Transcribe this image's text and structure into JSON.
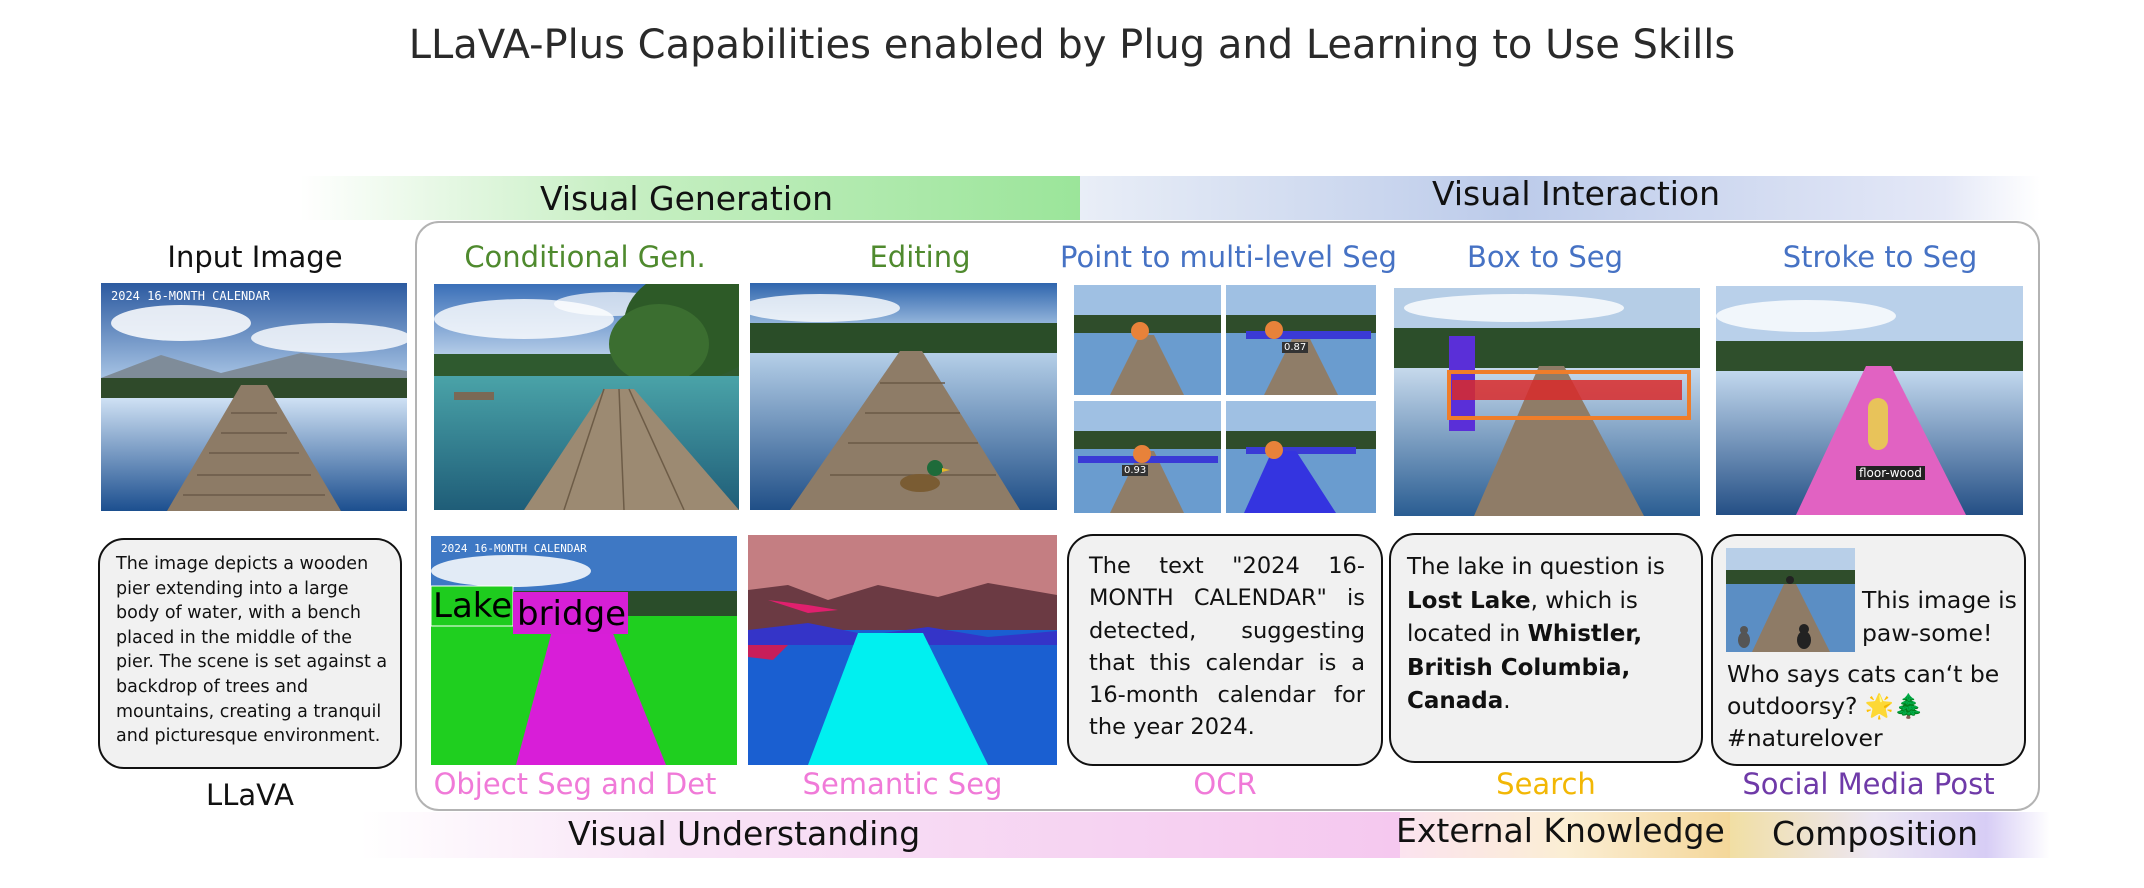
{
  "title": "LLaVA-Plus Capabilities enabled by Plug and Learning to Use Skills",
  "groups": {
    "visual_generation": "Visual Generation",
    "visual_interaction": "Visual Interaction",
    "visual_understanding": "Visual Understanding",
    "external_knowledge": "External Knowledge",
    "composition": "Composition"
  },
  "input": {
    "heading": "Input Image",
    "image_caption_text": "2024 16-MONTH CALENDAR",
    "llava_text": "The image depicts a wooden pier extending into a large body of water, with a bench placed in the middle of the pier. The scene is set against a backdrop of trees and mountains, creating a tranquil and picturesque environment.",
    "llava_label": "LLaVA"
  },
  "skills_top": {
    "conditional_gen": "Conditional Gen.",
    "editing": "Editing",
    "point_seg": "Point to multi-level Seg",
    "box_seg": "Box to Seg",
    "stroke_seg": "Stroke to Seg"
  },
  "skills_bottom": {
    "object_seg": "Object Seg and Det",
    "semantic_seg": "Semantic Seg",
    "ocr": "OCR",
    "search": "Search",
    "social": "Social Media Post"
  },
  "detections": {
    "lake": "Lake",
    "bridge": "bridge",
    "overlay_text": "2024 16-MONTH CALENDAR"
  },
  "point_seg_scores": {
    "s1": "0.87",
    "s2": "0.93"
  },
  "stroke_label": "floor-wood",
  "ocr_text": "The text \"2024 16-MONTH CALENDAR\" is detected, suggesting that this calendar is a 16-month calendar for the year 2024.",
  "search_text": {
    "p1": "The lake in question is ",
    "b1": "Lost Lake",
    "p2": ", which is located in ",
    "b2": "Whistler, British Columbia, Canada",
    "p3": "."
  },
  "social_text": {
    "line1": "This image is paw-some!",
    "line2": "Who says cats can‘t be outdoorsy? 🌟🌲 #naturelover"
  },
  "colors": {
    "green_label": "#4f8a2e",
    "blue_label": "#4672c4",
    "pink_label": "#f07ad8",
    "search_label": "#f2b705",
    "social_label": "#6f3aa8"
  }
}
